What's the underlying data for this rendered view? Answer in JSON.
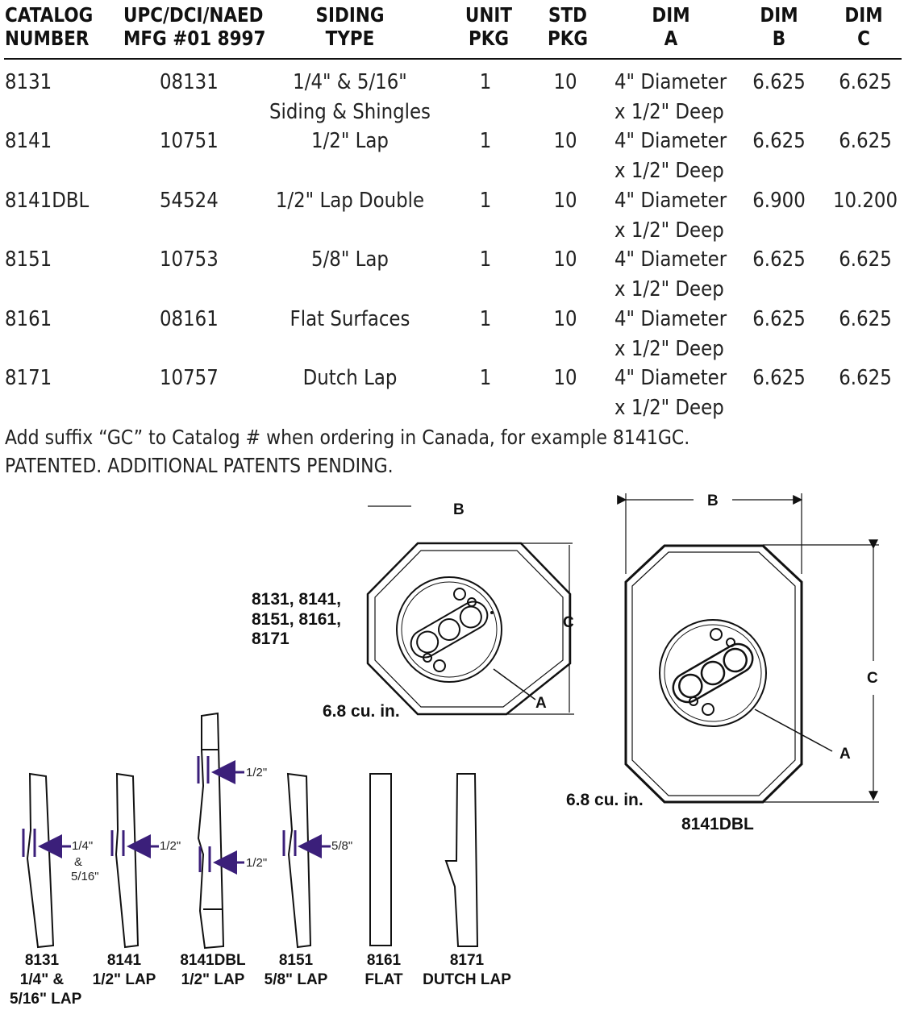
{
  "table": {
    "headers": [
      {
        "line1": "CATALOG",
        "line2": "NUMBER"
      },
      {
        "line1": "UPC/DCI/NAED",
        "line2": "MFG #01 8997"
      },
      {
        "line1": "SIDING",
        "line2": "TYPE"
      },
      {
        "line1": "UNIT",
        "line2": "PKG"
      },
      {
        "line1": "STD",
        "line2": "PKG"
      },
      {
        "line1": "DIM",
        "line2": "A"
      },
      {
        "line1": "DIM",
        "line2": "B"
      },
      {
        "line1": "DIM",
        "line2": "C"
      }
    ],
    "rows": [
      {
        "catalog": "8131",
        "upc": "08131",
        "siding1": "1/4\" & 5/16\"",
        "siding2": "Siding & Shingles",
        "unit": "1",
        "std": "10",
        "dimA1": "4\" Diameter",
        "dimA2": "x 1/2\" Deep",
        "dimB": "6.625",
        "dimC": "6.625"
      },
      {
        "catalog": "8141",
        "upc": "10751",
        "siding1": "1/2\" Lap",
        "siding2": "",
        "unit": "1",
        "std": "10",
        "dimA1": "4\" Diameter",
        "dimA2": "x 1/2\" Deep",
        "dimB": "6.625",
        "dimC": "6.625"
      },
      {
        "catalog": "8141DBL",
        "upc": "54524",
        "siding1": "1/2\" Lap Double",
        "siding2": "",
        "unit": "1",
        "std": "10",
        "dimA1": "4\" Diameter",
        "dimA2": "x 1/2\" Deep",
        "dimB": "6.900",
        "dimC": "10.200"
      },
      {
        "catalog": "8151",
        "upc": "10753",
        "siding1": "5/8\" Lap",
        "siding2": "",
        "unit": "1",
        "std": "10",
        "dimA1": "4\" Diameter",
        "dimA2": "x 1/2\" Deep",
        "dimB": "6.625",
        "dimC": "6.625"
      },
      {
        "catalog": "8161",
        "upc": "08161",
        "siding1": "Flat Surfaces",
        "siding2": "",
        "unit": "1",
        "std": "10",
        "dimA1": "4\" Diameter",
        "dimA2": "x 1/2\" Deep",
        "dimB": "6.625",
        "dimC": "6.625"
      },
      {
        "catalog": "8171",
        "upc": "10757",
        "siding1": "Dutch Lap",
        "siding2": "",
        "unit": "1",
        "std": "10",
        "dimA1": "4\" Diameter",
        "dimA2": "x 1/2\" Deep",
        "dimB": "6.625",
        "dimC": "6.625"
      }
    ]
  },
  "notes": {
    "line1": "Add suffix “GC” to Catalog # when ordering in Canada, for example 8141GC.",
    "line2": "PATENTED. ADDITIONAL PATENTS PENDING."
  },
  "figure_octagon": {
    "models_line1": "8131, 8141,",
    "models_line2": "8151, 8161,",
    "models_line3": "8171",
    "volume": "6.8 cu. in.",
    "dim_b": "B",
    "dim_c": "C",
    "dim_a": "A"
  },
  "figure_double": {
    "volume": "6.8 cu. in.",
    "caption": "8141DBL",
    "dim_b": "B",
    "dim_c": "C",
    "dim_a": "A"
  },
  "profiles": [
    {
      "model": "8131",
      "line2": "1/4\" &",
      "line3": "5/16\" LAP"
    },
    {
      "model": "8141",
      "line2": "1/2\" LAP",
      "line3": ""
    },
    {
      "model": "8141DBL",
      "line2": "1/2\" LAP",
      "line3": ""
    },
    {
      "model": "8151",
      "line2": "5/8\" LAP",
      "line3": ""
    },
    {
      "model": "8161",
      "line2": "FLAT",
      "line3": ""
    },
    {
      "model": "8171",
      "line2": "DUTCH LAP",
      "line3": ""
    }
  ],
  "profile_callouts": {
    "p8131_a": "1/4\"",
    "p8131_b": "&",
    "p8131_c": "5/16\"",
    "p8141": "1/2\"",
    "p8141dbl_top": "1/2\"",
    "p8141dbl_bottom": "1/2\"",
    "p8151": "5/8\""
  },
  "colors": {
    "accent_purple": "#3b1f7a",
    "ink": "#111111"
  }
}
